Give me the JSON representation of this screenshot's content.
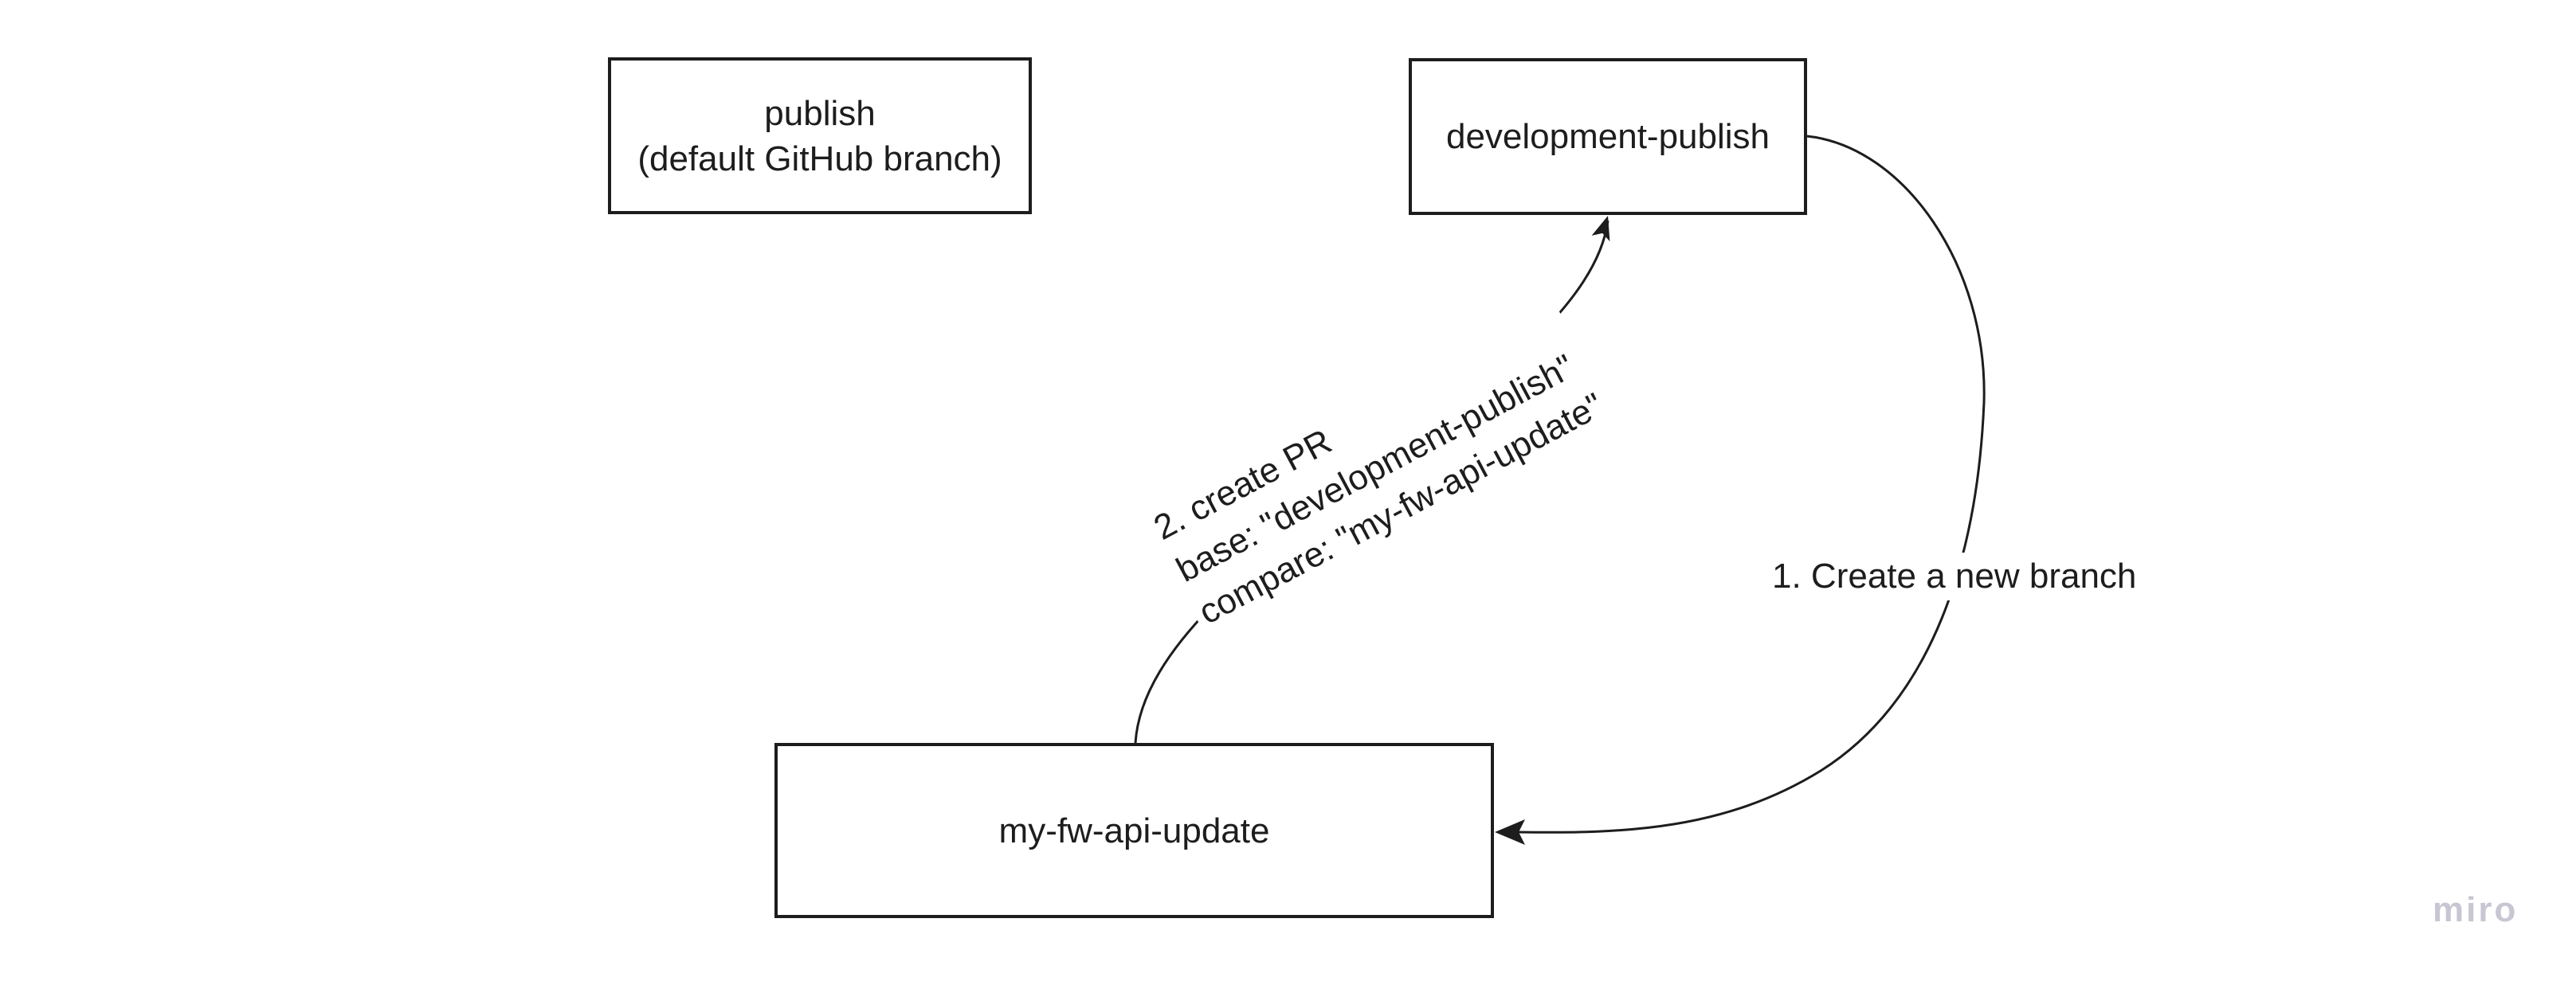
{
  "canvas": {
    "background": "#ffffff"
  },
  "colors": {
    "ink": "#1d1d1d",
    "watermark": "#c7c6d2"
  },
  "nodes": [
    {
      "id": "publish",
      "lines": [
        "publish",
        "(default GitHub branch)"
      ]
    },
    {
      "id": "development-publish",
      "lines": [
        "development-publish"
      ]
    },
    {
      "id": "my-fw-api-update",
      "lines": [
        "my-fw-api-update"
      ]
    }
  ],
  "edges": [
    {
      "id": "create-branch",
      "from": "development-publish",
      "to": "my-fw-api-update",
      "label": "1. Create a new branch"
    },
    {
      "id": "create-pr",
      "from": "my-fw-api-update",
      "to": "development-publish",
      "lines": [
        "2. create PR",
        "base: \"development-publish\"",
        "compare: \"my-fw-api-update\""
      ]
    }
  ],
  "watermark": {
    "text": "miro"
  }
}
